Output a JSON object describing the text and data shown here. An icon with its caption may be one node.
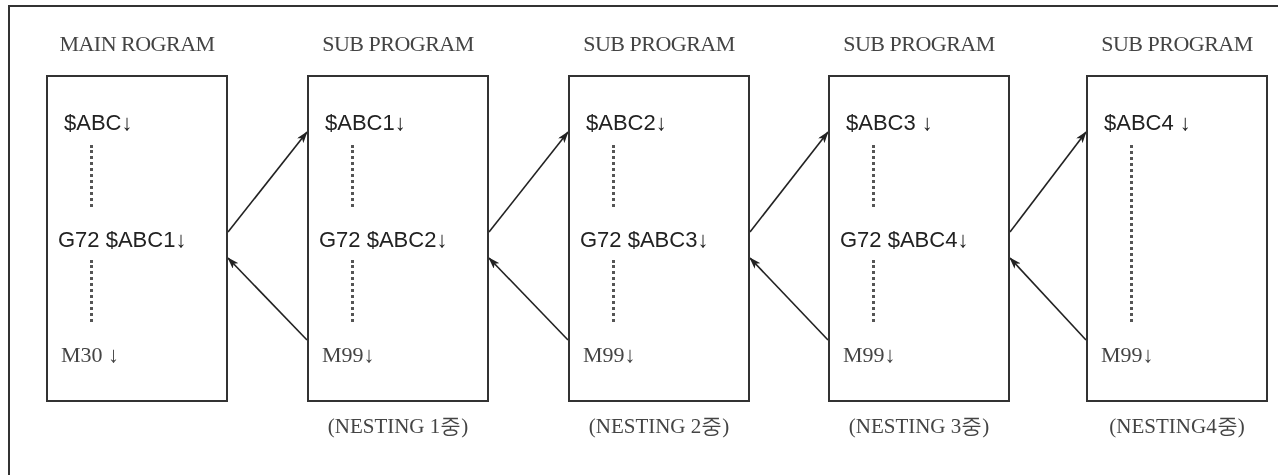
{
  "diagram": {
    "nodes": [
      {
        "text": [
          "MAIN ROGRAM",
          "$ABC↓",
          "G72 $ABC1↓",
          "M30 ↓"
        ]
      },
      {
        "text": [
          "SUB PROGRAM",
          "$ABC1↓",
          "G72 $ABC2↓",
          "M99↓"
        ],
        "beside": [
          "(NESTING 1중)"
        ]
      },
      {
        "text": [
          "SUB PROGRAM",
          "$ABC2↓",
          "G72 $ABC3↓",
          "M99↓"
        ],
        "beside": [
          "(NESTING 2중)"
        ]
      },
      {
        "text": [
          "SUB PROGRAM",
          "$ABC3 ↓",
          "G72 $ABC4↓",
          "M99↓"
        ],
        "beside": [
          "(NESTING 3중)"
        ]
      },
      {
        "text": [
          "SUB PROGRAM",
          "$ABC4 ↓",
          "M99↓"
        ],
        "beside": [
          "(NESTING4중)"
        ]
      }
    ],
    "edges": [
      {
        "from": 0,
        "to": 1,
        "arrow": "to"
      },
      {
        "from": 1,
        "to": 0,
        "arrow": "to"
      },
      {
        "from": 1,
        "to": 2,
        "arrow": "to"
      },
      {
        "from": 2,
        "to": 1,
        "arrow": "to"
      },
      {
        "from": 2,
        "to": 3,
        "arrow": "to"
      },
      {
        "from": 3,
        "to": 2,
        "arrow": "to"
      },
      {
        "from": 3,
        "to": 4,
        "arrow": "to"
      },
      {
        "from": 4,
        "to": 3,
        "arrow": "to"
      }
    ]
  }
}
